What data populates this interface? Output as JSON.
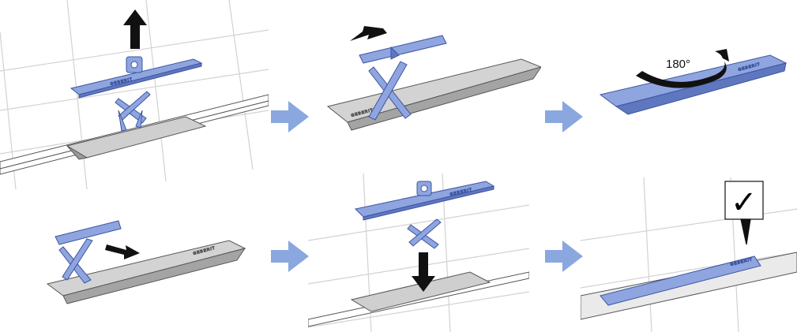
{
  "colors": {
    "part_blue": "#8fa5e0",
    "part_blue_dark": "#5f77bf",
    "grey_part": "#d3d3d3",
    "grey_dark": "#a4a4a4",
    "flow_arrow": "#8aa8df",
    "action_arrow": "#111111",
    "tile_line": "#d2d2d2"
  },
  "steps": [
    {
      "id": 1,
      "action": "lift-up"
    },
    {
      "id": 2,
      "action": "remove-clip"
    },
    {
      "id": 3,
      "action": "rotate",
      "label": "180°"
    },
    {
      "id": 4,
      "action": "attach-clip"
    },
    {
      "id": 5,
      "action": "insert-down"
    },
    {
      "id": 6,
      "action": "done",
      "mark": "✓"
    }
  ],
  "brand_text": "GEBERIT",
  "icons": [
    "arrow-up-icon",
    "arrow-left-icon",
    "rotate-icon",
    "arrow-right-icon",
    "arrow-down-icon",
    "checkmark-icon",
    "flow-arrow-icon"
  ]
}
